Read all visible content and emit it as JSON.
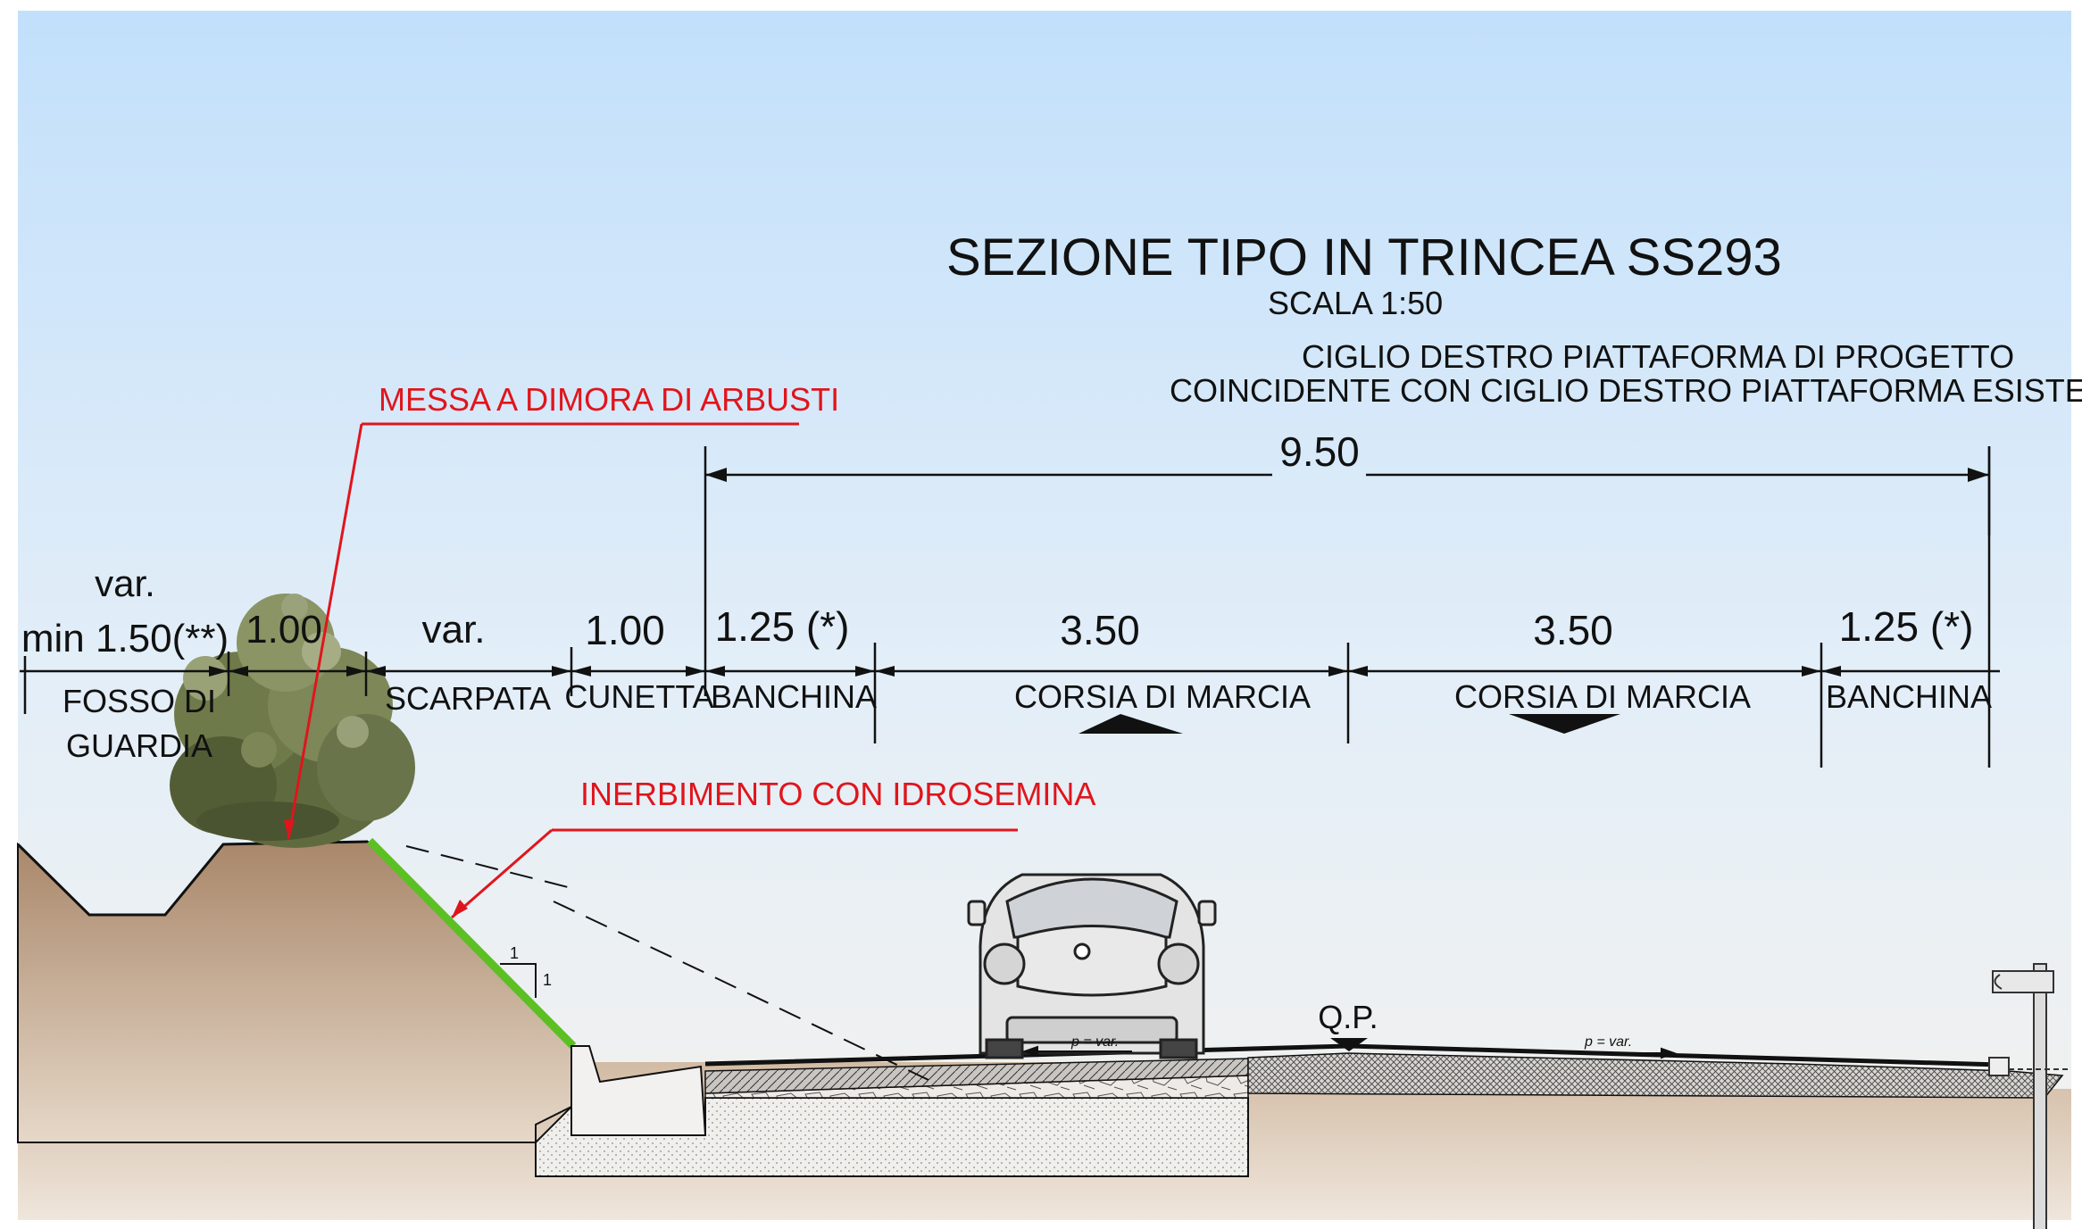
{
  "title": "SEZIONE TIPO IN TRINCEA SS293",
  "scale": "SCALA 1:50",
  "note": {
    "line1": "CIGLIO DESTRO PIATTAFORMA DI PROGETTO",
    "line2": "COINCIDENTE CON CIGLIO DESTRO PIATTAFORMA ESISTENTE"
  },
  "dimensions": {
    "total": "9.50",
    "fosso_top": "var.",
    "fosso": "min 1.50(**)",
    "berm": "1.00",
    "scarpata": "var.",
    "cunetta": "1.00",
    "banchina_left": "1.25 (*)",
    "corsia_left": "3.50",
    "corsia_right": "3.50",
    "banchina_right": "1.25 (*)"
  },
  "segments": {
    "fosso_line1": "FOSSO DI",
    "fosso_line2": "GUARDIA",
    "scarpata": "SCARPATA",
    "cunetta": "CUNETTA",
    "banchina_left": "BANCHINA",
    "corsia_left": "CORSIA DI MARCIA",
    "corsia_right": "CORSIA DI MARCIA",
    "banchina_right": "BANCHINA"
  },
  "callouts": {
    "arbusti": "MESSA A DIMORA DI ARBUSTI",
    "idrosemina": "INERBIMENTO CON IDROSEMINA"
  },
  "labels": {
    "qp": "Q.P.",
    "slope_h": "1",
    "slope_v": "1",
    "p_left": "p = var.",
    "p_right": "p = var."
  },
  "colors": {
    "sky_top": "#c2e0fb",
    "sky_bottom": "#f4f2ee",
    "soil": "#b39477",
    "grass": "#5cc024",
    "callout": "#e0151c",
    "ink": "#111111"
  }
}
